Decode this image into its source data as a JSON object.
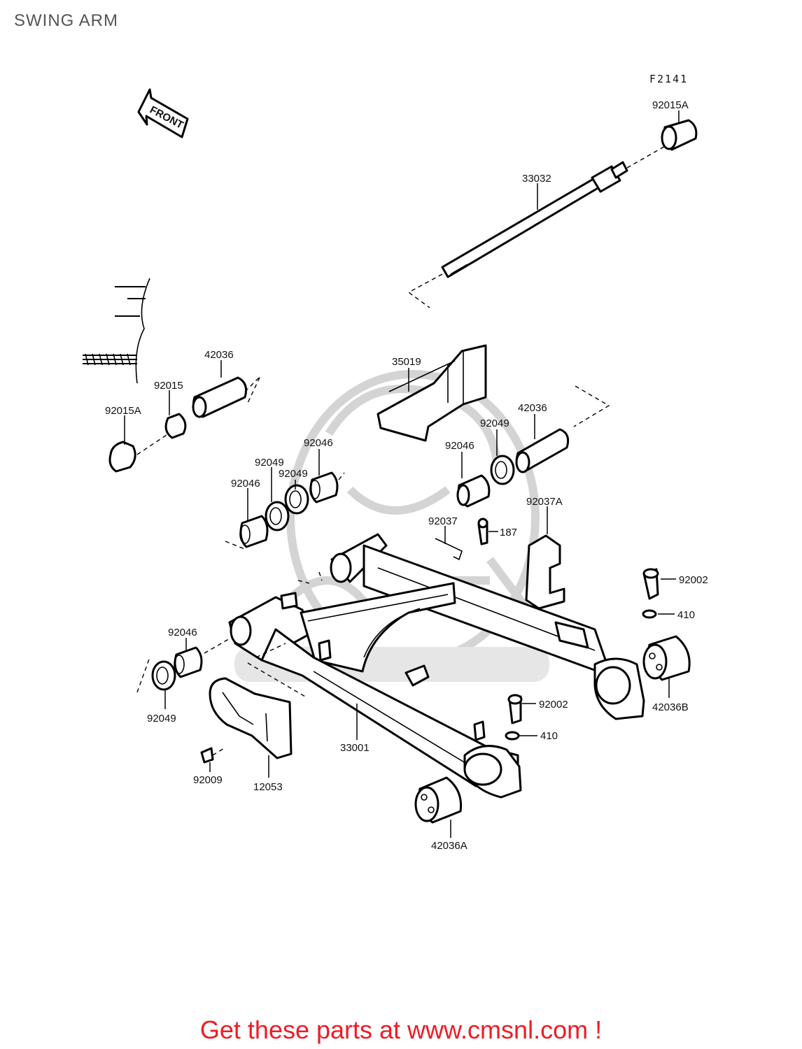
{
  "title": "SWING ARM",
  "figure_code": "F2141",
  "front_marker": "FRONT",
  "parts": {
    "p92015A_top": "92015A",
    "p33032": "33032",
    "p42036_left": "42036",
    "p92015": "92015",
    "p92015A_left": "92015A",
    "p35019": "35019",
    "p42036_right": "42036",
    "p92049_right": "92049",
    "p92046_right": "92046",
    "p92046_a": "92046",
    "p92049_a": "92049",
    "p92049_b": "92049",
    "p92046_b": "92046",
    "p92037A": "92037A",
    "p92037": "92037",
    "p187": "187",
    "p92002_top": "92002",
    "p410_top": "410",
    "p92046_c": "92046",
    "p92049_c": "92049",
    "p42036B": "42036B",
    "p92002_mid": "92002",
    "p410_mid": "410",
    "p33001": "33001",
    "p92009": "92009",
    "p12053": "12053",
    "p42036A": "42036A"
  },
  "footer_link": "Get these parts at www.cmsnl.com !",
  "colors": {
    "promo": "#ee1c25",
    "lines": "#000000",
    "watermark": "#d4d4d4"
  }
}
